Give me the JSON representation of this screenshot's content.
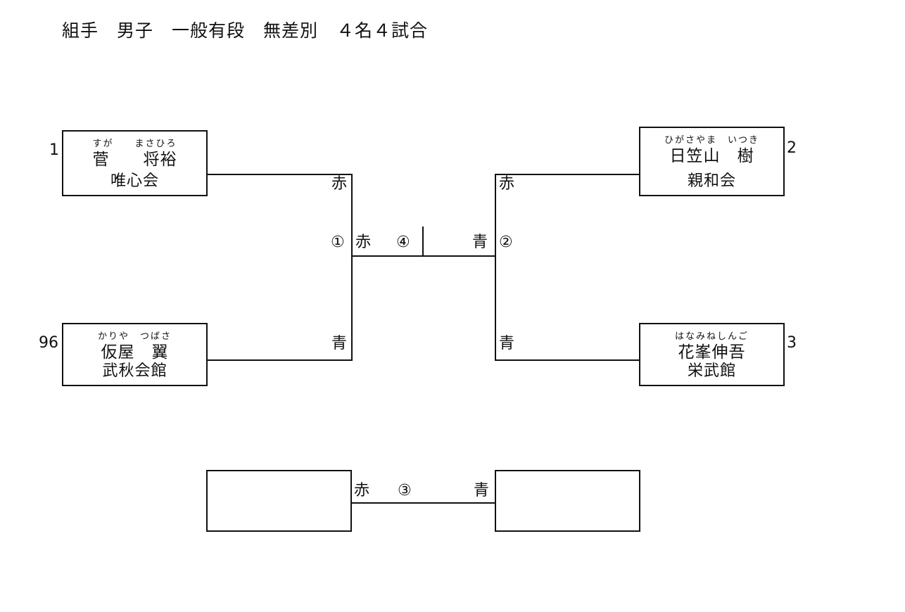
{
  "heading": {
    "text": "組手　男子　一般有段　無差別　４名４試合"
  },
  "competitors": {
    "box_1": {
      "seed": "1",
      "furigana": "すが　　まさひろ",
      "name": "菅　　将裕",
      "dojo": "唯心会"
    },
    "box_96": {
      "seed": "96",
      "furigana": "かりや　つばさ",
      "name": "仮屋　翼",
      "dojo": "武秋会館"
    },
    "box_2": {
      "seed": "2",
      "furigana": "ひがさやま　いつき",
      "name": "日笠山　樹",
      "dojo": "親和会"
    },
    "box_3": {
      "seed": "3",
      "furigana": "はなみねしんご",
      "name": "花峯伸吾",
      "dojo": "栄武館"
    },
    "box_empty_left": {
      "furigana": "",
      "name": "",
      "dojo": ""
    },
    "box_empty_right": {
      "furigana": "",
      "name": "",
      "dojo": ""
    }
  },
  "corner_labels": {
    "red": "赤",
    "blue": "青",
    "left_semifinal_top": "赤",
    "left_semifinal_bottom": "青",
    "right_semifinal_top": "赤",
    "right_semifinal_bottom": "青",
    "final_left": "赤",
    "final_right": "青",
    "third_left": "赤",
    "third_right": "青"
  },
  "matches": {
    "m1": "①",
    "m2": "②",
    "m3": "③",
    "m4": "④"
  },
  "chart_data": {
    "type": "bracket",
    "title": "組手　男子　一般有段　無差別　４名４試合",
    "entrants": 4,
    "total_matches": 4,
    "rounds": [
      {
        "match": "①",
        "position": "left-semifinal",
        "red": {
          "seed": "1",
          "name": "菅　　将裕",
          "dojo": "唯心会"
        },
        "blue": {
          "seed": "96",
          "name": "仮屋　翼",
          "dojo": "武秋会館"
        }
      },
      {
        "match": "②",
        "position": "right-semifinal",
        "red": {
          "seed": "2",
          "name": "日笠山　樹",
          "dojo": "親和会"
        },
        "blue": {
          "seed": "3",
          "name": "花峯伸吾",
          "dojo": "栄武館"
        }
      },
      {
        "match": "④",
        "position": "final",
        "red": {
          "seed": "",
          "name": "",
          "dojo": ""
        },
        "blue": {
          "seed": "",
          "name": "",
          "dojo": ""
        }
      },
      {
        "match": "③",
        "position": "third-place",
        "red": {
          "seed": "",
          "name": "",
          "dojo": ""
        },
        "blue": {
          "seed": "",
          "name": "",
          "dojo": ""
        }
      }
    ]
  }
}
